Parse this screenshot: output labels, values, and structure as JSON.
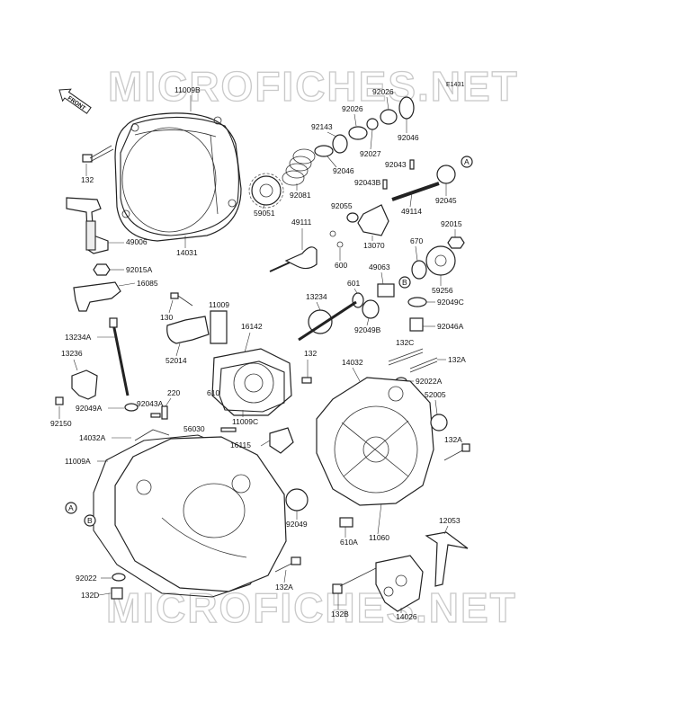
{
  "diagram_ref": "E1431",
  "front_arrow": "FRONT",
  "watermarks": [
    "MICROFICHES.NET",
    "MICROFICHES.NET"
  ],
  "callouts": {
    "c_A_sym": "A",
    "c_B_sym": "B",
    "p11009B": "11009B",
    "p132_top": "132",
    "p14031": "14031",
    "p49006": "49006",
    "p92015A": "92015A",
    "p16085": "16085",
    "p130": "130",
    "p11009": "11009",
    "p16142": "16142",
    "p52014": "52014",
    "p13234A": "13234A",
    "p13236": "13236",
    "p92049A": "92049A",
    "p92043A": "92043A",
    "p220": "220",
    "p92150": "92150",
    "p610": "610",
    "p11009C": "11009C",
    "p56030": "56030",
    "p16115": "16115",
    "p14032A": "14032A",
    "p11009A": "11009A",
    "p92049_low": "92049",
    "p92022": "92022",
    "p132D": "132D",
    "p132A_low": "132A",
    "p92026_a": "92026",
    "p92026_b": "92026",
    "p92143": "92143",
    "p92027": "92027",
    "p92046_top": "92046",
    "p92046_mid": "92046",
    "p92043": "92043",
    "p92043B": "92043B",
    "p92081": "92081",
    "p59051": "59051",
    "p49111": "49111",
    "p92055": "92055",
    "p13070": "13070",
    "p600": "600",
    "p49114": "49114",
    "p92045": "92045",
    "p92015": "92015",
    "p670": "670",
    "p49063": "49063",
    "p13234": "13234",
    "p601": "601",
    "p59256": "59256",
    "p92049C": "92049C",
    "p92049B": "92049B",
    "p92046A": "92046A",
    "p132C": "132C",
    "p132A_mid": "132A",
    "p132_mid": "132",
    "p14032": "14032",
    "p92022A": "92022A",
    "p52005": "52005",
    "p132A_right": "132A",
    "p610A": "610A",
    "p11060": "11060",
    "p12053": "12053",
    "p132B": "132B",
    "p14026": "14026",
    "c_A_right": "A",
    "c_B_right": "B",
    "c_A_left": "A",
    "c_B_left": "B"
  }
}
